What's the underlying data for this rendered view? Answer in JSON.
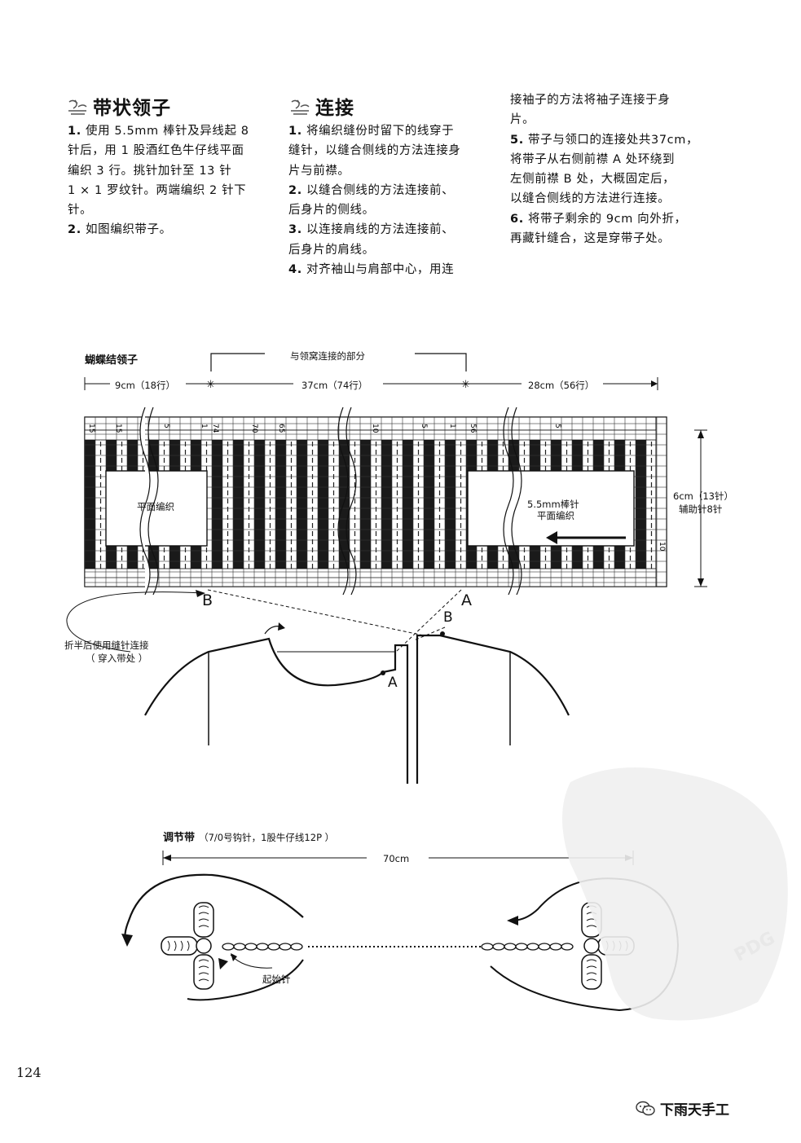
{
  "section1": {
    "title": "带状领子",
    "icon": "stitch-icon",
    "lines": [
      {
        "num": "1.",
        "text": " 使用 5.5mm 棒针及异线起 8"
      },
      {
        "num": "",
        "text": "针后，用 1 股酒红色牛仔线平面"
      },
      {
        "num": "",
        "text": "编织 3 行。挑针加针至 13 针"
      },
      {
        "num": "",
        "text": "1 × 1 罗纹针。两端编织 2 针下"
      },
      {
        "num": "",
        "text": "针。"
      },
      {
        "num": "2.",
        "text": " 如图编织带子。"
      }
    ]
  },
  "section2": {
    "title": "连接",
    "icon": "stitch-icon",
    "lines": [
      {
        "num": "1.",
        "text": " 将编织缝份时留下的线穿于"
      },
      {
        "num": "",
        "text": "缝针，以缝合侧线的方法连接身"
      },
      {
        "num": "",
        "text": "片与前襟。"
      },
      {
        "num": "2.",
        "text": " 以缝合侧线的方法连接前、"
      },
      {
        "num": "",
        "text": "后身片的侧线。"
      },
      {
        "num": "3.",
        "text": " 以连接肩线的方法连接前、"
      },
      {
        "num": "",
        "text": "后身片的肩线。"
      },
      {
        "num": "4.",
        "text": " 对齐袖山与肩部中心，用连"
      }
    ]
  },
  "section3": {
    "lines": [
      {
        "num": "",
        "text": "接袖子的方法将袖子连接于身"
      },
      {
        "num": "",
        "text": "片。"
      },
      {
        "num": "5.",
        "text": " 带子与领口的连接处共37cm，"
      },
      {
        "num": "",
        "text": "将带子从右侧前襟 A 处环绕到"
      },
      {
        "num": "",
        "text": "左侧前襟 B 处，大概固定后，"
      },
      {
        "num": "",
        "text": "以缝合侧线的方法进行连接。"
      },
      {
        "num": "6.",
        "text": " 将带子剩余的 9cm 向外折，"
      },
      {
        "num": "",
        "text": "再藏针缝合，这是穿带子处。"
      }
    ]
  },
  "diagram1": {
    "title": "蝴蝶结领子",
    "connect_label": "与领窝连接的部分",
    "dim_left": "9cm（18行）",
    "dim_mid": "37cm（74行）",
    "dim_right": "28cm（56行）",
    "dim_height_1": "6cm（13针）",
    "dim_height_2": "辅助针8针",
    "left_box": "平面编织",
    "right_box_1": "5.5mm棒针",
    "right_box_2": "平面编织",
    "row_numbers": [
      "15",
      "15",
      "5",
      "1",
      "74",
      "70",
      "65",
      "10",
      "5",
      "1",
      "56",
      "5",
      "10"
    ],
    "point_a": "A",
    "point_b": "B",
    "fold_note_1": "折半后使用缝针连接",
    "fold_note_2": "（ 穿入带处 ）"
  },
  "diagram2": {
    "title": "调节带",
    "subtitle": "（7/0号钩针，1股牛仔线12P ）",
    "dim": "70cm",
    "start_label": "起始针"
  },
  "watermark": "PDG",
  "page_number": "124",
  "footer": {
    "icon": "wechat-icon",
    "label": "下雨天手工"
  }
}
